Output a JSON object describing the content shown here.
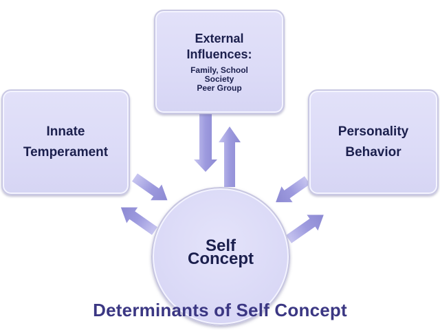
{
  "diagram": {
    "title": "Determinants of Self Concept",
    "center": {
      "line1": "Self",
      "line2": "Concept"
    },
    "nodes": {
      "left": {
        "line1": "Innate",
        "line2": "Temperament"
      },
      "top": {
        "line1": "External",
        "line2": "Influences:",
        "details": [
          "Family, School",
          "Society",
          "Peer Group"
        ]
      },
      "right": {
        "line1": "Personality",
        "line2": "Behavior"
      }
    },
    "edges": [
      {
        "from": "External Influences",
        "to": "Self Concept",
        "direction": "bidirectional"
      },
      {
        "from": "Innate Temperament",
        "to": "Self Concept",
        "direction": "bidirectional"
      },
      {
        "from": "Personality Behavior",
        "to": "Self Concept",
        "direction": "bidirectional"
      }
    ],
    "colors": {
      "node_fill": "#dcdbf7",
      "arrow_fill": "#9b98dc",
      "text": "#1b1f4d",
      "title": "#3b3783"
    }
  }
}
